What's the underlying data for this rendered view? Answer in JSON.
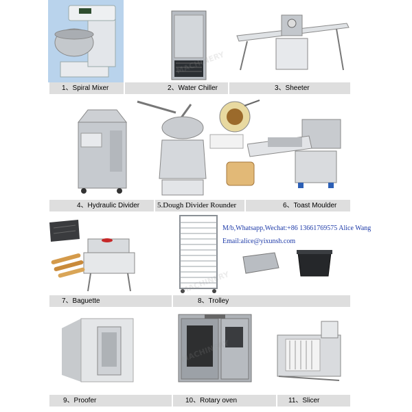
{
  "items": [
    {
      "label": "1、Spiral Mixer"
    },
    {
      "label": "2、Water Chiller"
    },
    {
      "label": "3、Sheeter"
    },
    {
      "label": "4、Hydraulic Divider"
    },
    {
      "label": "5.Dough Divider Rounder"
    },
    {
      "label": "6、Toast Moulder"
    },
    {
      "label": "7、Baguette"
    },
    {
      "label": "8、Trolley"
    },
    {
      "label": "9、Proofer"
    },
    {
      "label": "10、Rotary oven"
    },
    {
      "label": "11、Slicer"
    }
  ],
  "contact": {
    "phone_line": "M/b,Whatsapp,Wechat:+86 13661769575 Alice Wang",
    "email_line": "Email:alice@yixunsh.com"
  },
  "watermark": {
    "text": "MACHINERY"
  },
  "colors": {
    "caption_bar": "#dedede",
    "contact_text": "#1d3aa8",
    "steel": "#c9ccd0"
  }
}
